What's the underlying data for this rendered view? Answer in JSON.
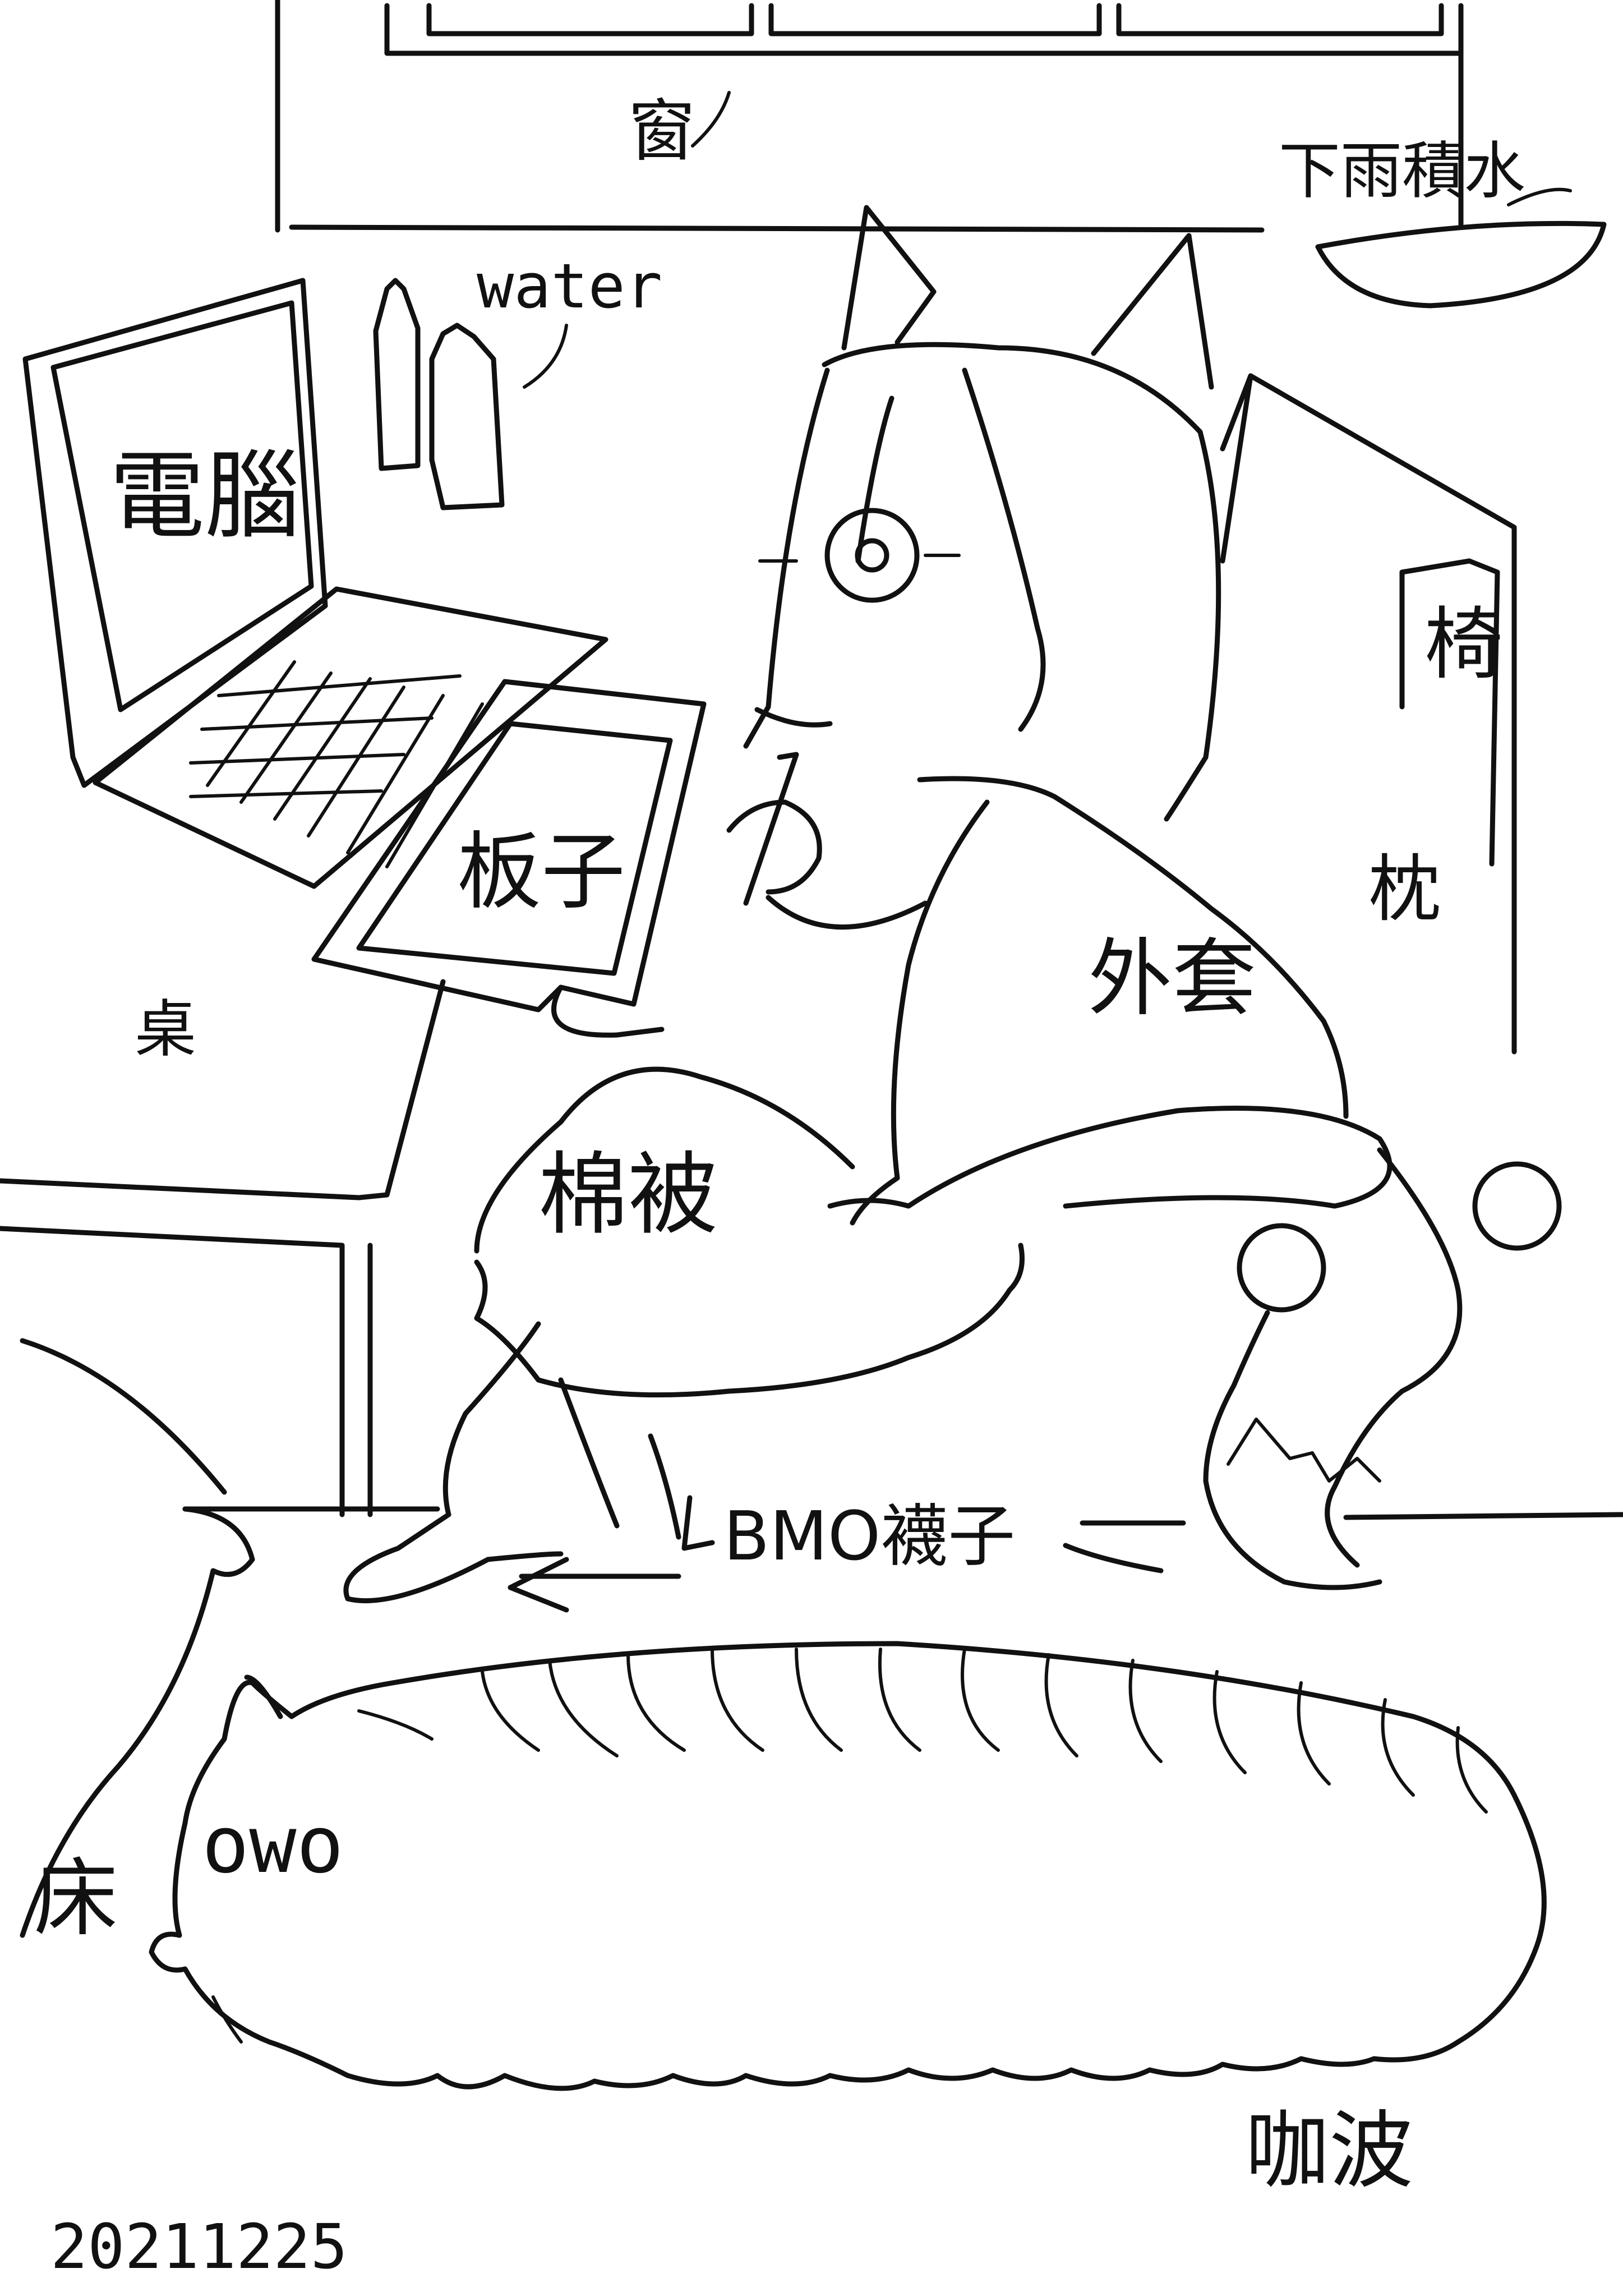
{
  "labels": {
    "window": "窗",
    "rain_water": "下雨積水",
    "water": "water",
    "computer": "電腦",
    "chair": "椅",
    "tablet": "板子",
    "pillow": "枕",
    "coat": "外套",
    "desk": "桌",
    "quilt": "棉被",
    "socks": "BMO襪子",
    "bed": "床",
    "owo": "owo",
    "plush": "咖波",
    "date": "20211225"
  },
  "colors": {
    "ink": "#111111",
    "paper": "#ffffff"
  }
}
